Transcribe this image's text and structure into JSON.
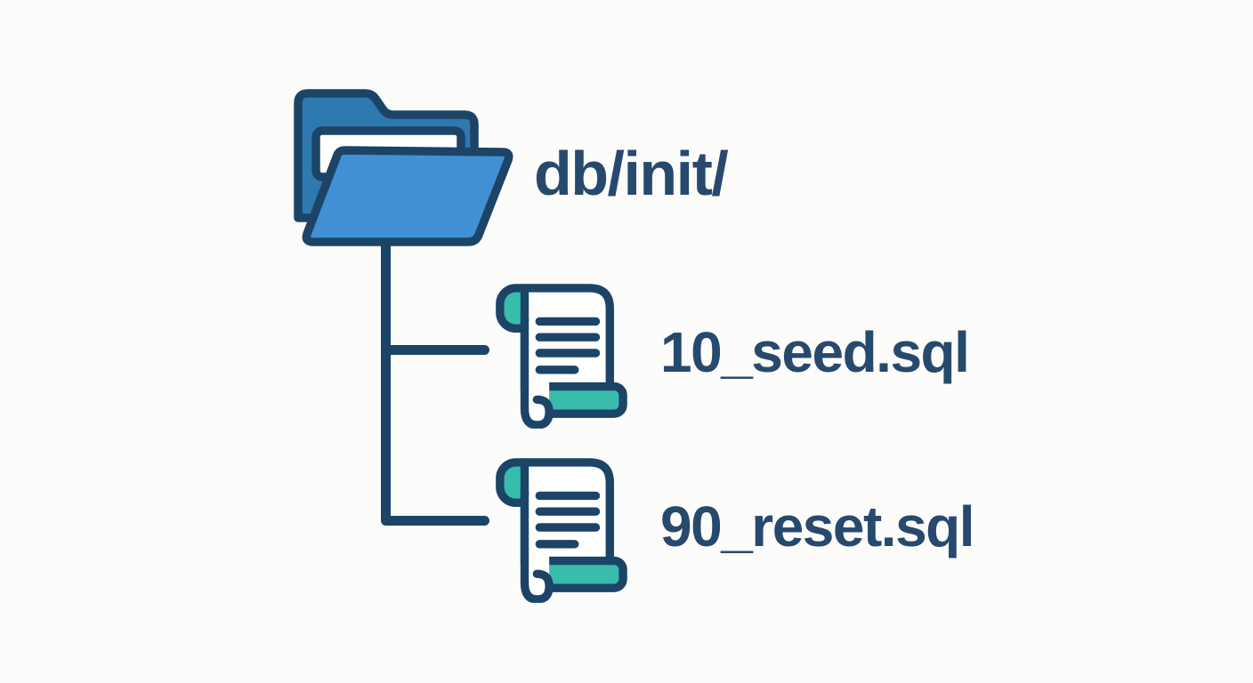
{
  "colors": {
    "background": "#fcfcfb",
    "outline_navy": "#1c4466",
    "text_navy": "#27496d",
    "folder_back_blue": "#2e79b0",
    "folder_front_blue": "#4190d3",
    "scroll_teal": "#38bcab",
    "paper_white": "#ffffff"
  },
  "tree": {
    "root": {
      "icon": "open-folder-icon",
      "label": "db/init/"
    },
    "children": [
      {
        "icon": "sql-scroll-icon",
        "label": "10_seed.sql"
      },
      {
        "icon": "sql-scroll-icon",
        "label": "90_reset.sql"
      }
    ]
  }
}
